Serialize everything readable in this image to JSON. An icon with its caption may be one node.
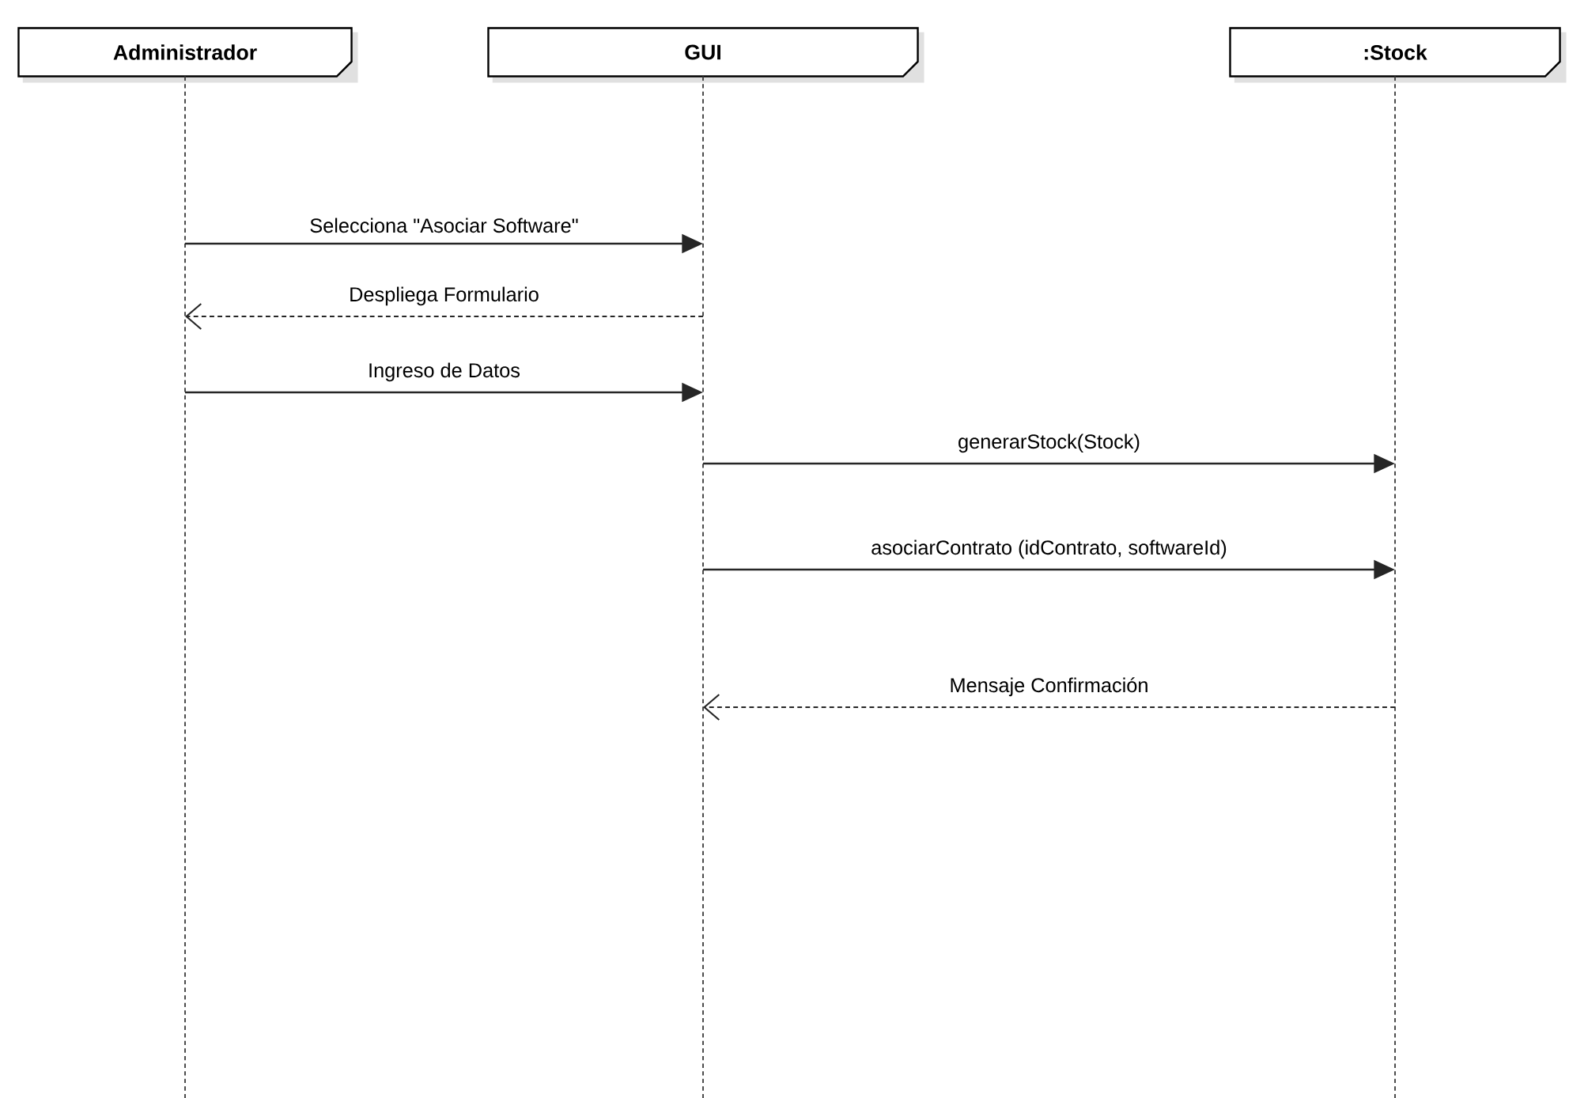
{
  "diagram": {
    "nodes": [
      {
        "text": [
          "Administrador"
        ]
      },
      {
        "text": [
          "GUI"
        ]
      },
      {
        "text": [
          ":Stock"
        ]
      }
    ],
    "edges": [
      {
        "from": 0,
        "to": 1,
        "arrow": "to",
        "label": "Selecciona \"Asociar Software\""
      },
      {
        "from": 1,
        "to": 0,
        "arrow": "to",
        "label": "Despliega Formulario",
        "style": "dashed"
      },
      {
        "from": 0,
        "to": 1,
        "arrow": "to",
        "label": "Ingreso de Datos"
      },
      {
        "from": 1,
        "to": 2,
        "arrow": "to",
        "label": "generarStock(Stock)"
      },
      {
        "from": 1,
        "to": 2,
        "arrow": "to",
        "label": "asociarContrato (idContrato, softwareId)"
      },
      {
        "from": 2,
        "to": 1,
        "arrow": "to",
        "label": "Mensaje Confirmación",
        "style": "dashed"
      }
    ]
  }
}
